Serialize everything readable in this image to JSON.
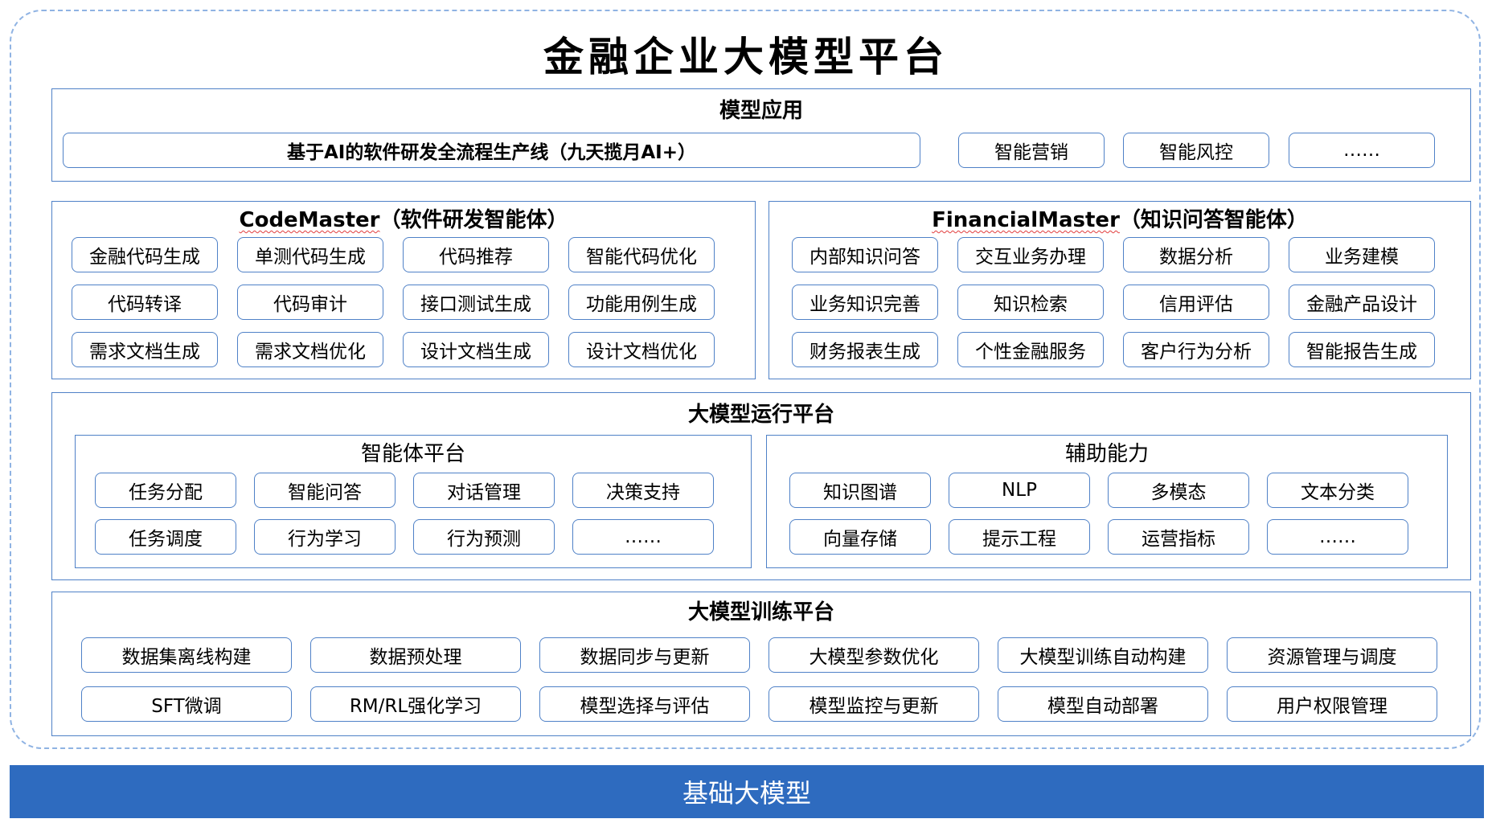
{
  "title": "金融企业大模型平台",
  "apps": {
    "title": "模型应用",
    "items": [
      "基于AI的软件研发全流程生产线（九天揽月AI+）",
      "智能营销",
      "智能风控",
      "……"
    ]
  },
  "codemaster": {
    "brand": "CodeMaster",
    "subtitle": "（软件研发智能体）",
    "items": [
      "金融代码生成",
      "单测代码生成",
      "代码推荐",
      "智能代码优化",
      "代码转译",
      "代码审计",
      "接口测试生成",
      "功能用例生成",
      "需求文档生成",
      "需求文档优化",
      "设计文档生成",
      "设计文档优化"
    ]
  },
  "financialmaster": {
    "brand": "FinancialMaster",
    "subtitle": "（知识问答智能体）",
    "items": [
      "内部知识问答",
      "交互业务办理",
      "数据分析",
      "业务建模",
      "业务知识完善",
      "知识检索",
      "信用评估",
      "金融产品设计",
      "财务报表生成",
      "个性金融服务",
      "客户行为分析",
      "智能报告生成"
    ]
  },
  "runtime": {
    "title": "大模型运行平台",
    "agent_platform": {
      "title": "智能体平台",
      "items": [
        "任务分配",
        "智能问答",
        "对话管理",
        "决策支持",
        "任务调度",
        "行为学习",
        "行为预测",
        "……"
      ]
    },
    "assist": {
      "title": "辅助能力",
      "items": [
        "知识图谱",
        "NLP",
        "多模态",
        "文本分类",
        "向量存储",
        "提示工程",
        "运营指标",
        "……"
      ]
    }
  },
  "training": {
    "title": "大模型训练平台",
    "items": [
      "数据集离线构建",
      "数据预处理",
      "数据同步与更新",
      "大模型参数优化",
      "大模型训练自动构建",
      "资源管理与调度",
      "SFT微调",
      "RM/RL强化学习",
      "模型选择与评估",
      "模型监控与更新",
      "模型自动部署",
      "用户权限管理"
    ]
  },
  "base": "基础大模型"
}
